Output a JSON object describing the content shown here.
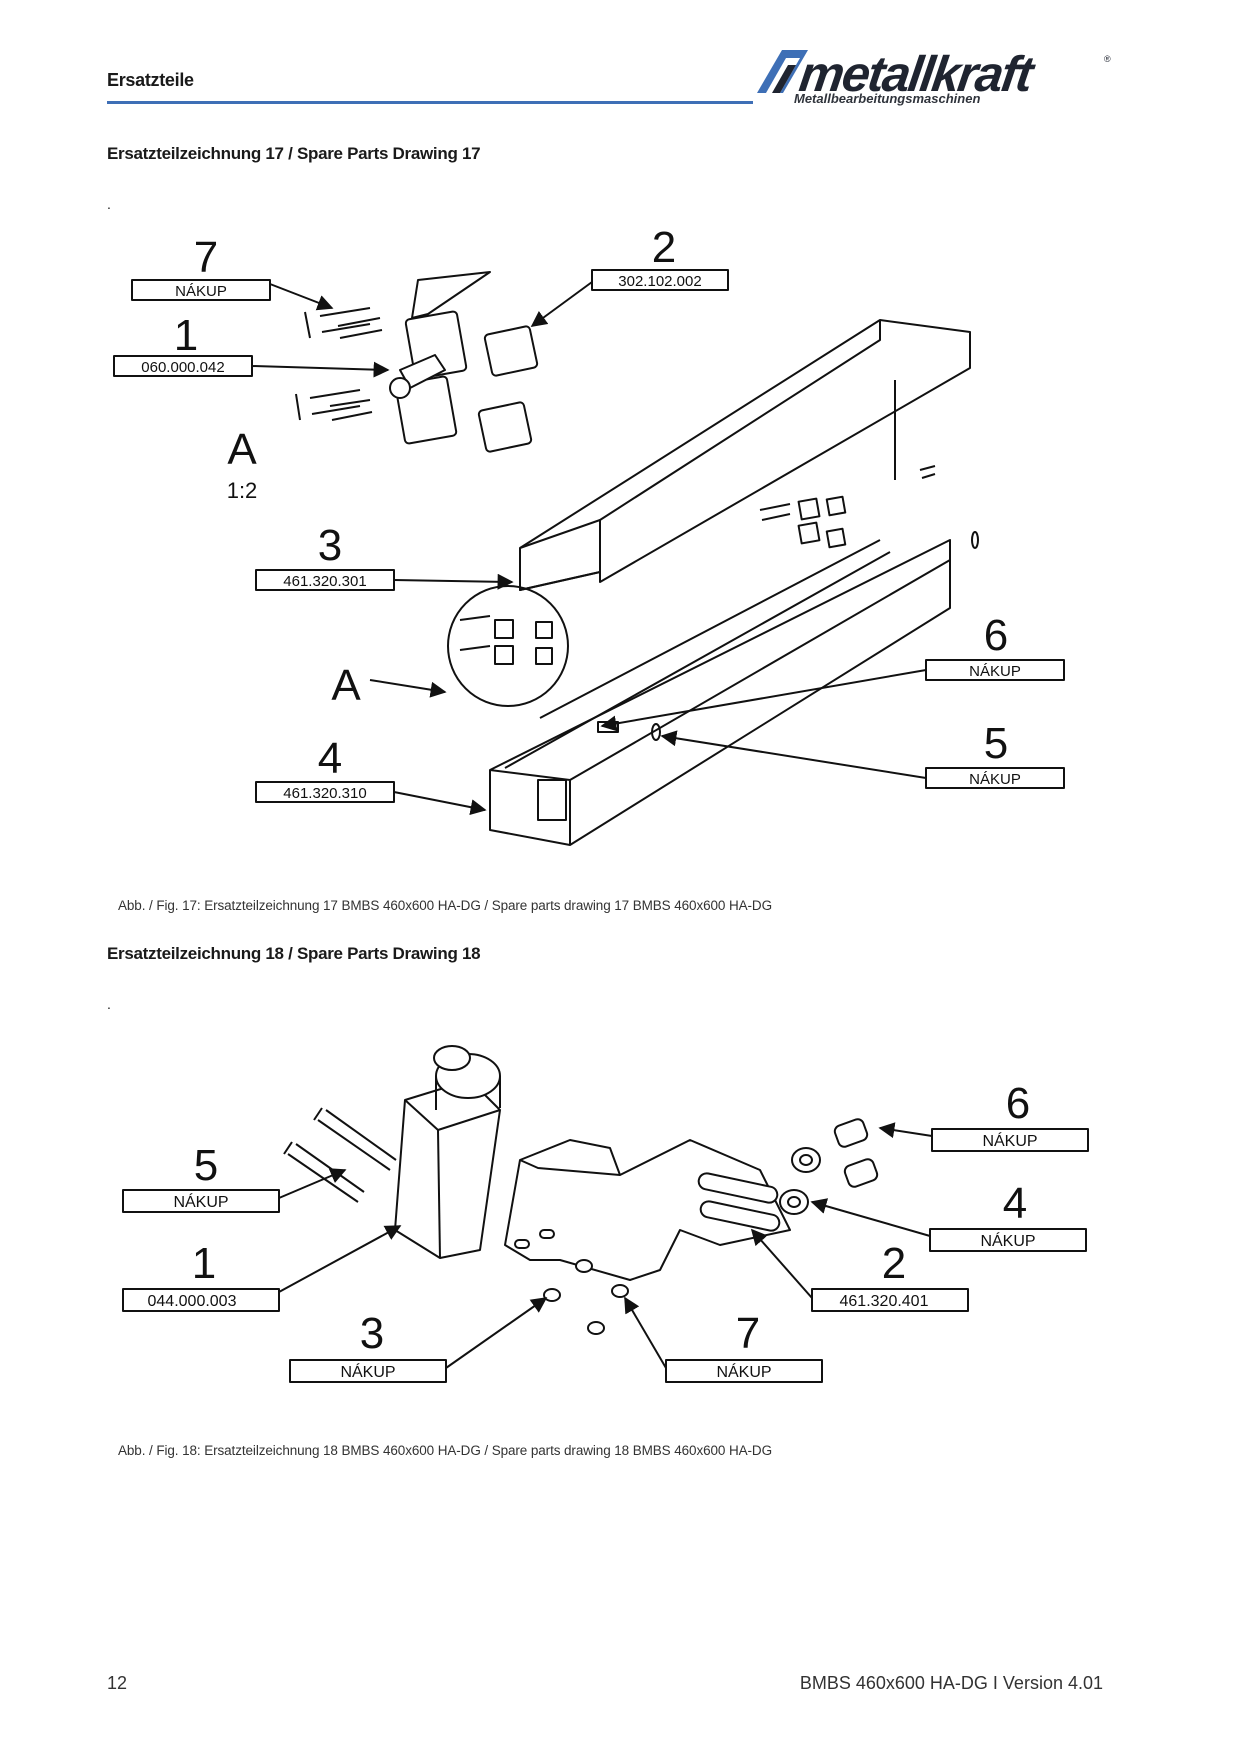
{
  "header": {
    "section": "Ersatzteile",
    "logo_word": "metallkraft",
    "logo_sub": "Metallbearbeitungsmaschinen",
    "logo_reg": "®",
    "accent": "#3e6fb6"
  },
  "drawing17": {
    "title": "Ersatzteilzeichnung 17 / Spare Parts Drawing 17",
    "dot": ".",
    "detail_letter": "A",
    "detail_scale": "1:2",
    "detail_callout": "A",
    "callouts": [
      {
        "number": "7",
        "label": "NÁKUP"
      },
      {
        "number": "1",
        "label": "060.000.042"
      },
      {
        "number": "2",
        "label": "302.102.002"
      },
      {
        "number": "3",
        "label": "461.320.301"
      },
      {
        "number": "4",
        "label": "461.320.310"
      },
      {
        "number": "6",
        "label": "NÁKUP"
      },
      {
        "number": "5",
        "label": "NÁKUP"
      }
    ],
    "caption": "Abb. / Fig. 17: Ersatzteilzeichnung 17 BMBS 460x600 HA-DG / Spare parts drawing 17 BMBS 460x600 HA-DG"
  },
  "drawing18": {
    "title": "Ersatzteilzeichnung 18 / Spare Parts Drawing 18",
    "dot": ".",
    "callouts": [
      {
        "number": "5",
        "label": "NÁKUP"
      },
      {
        "number": "1",
        "label": "044.000.003"
      },
      {
        "number": "3",
        "label": "NÁKUP"
      },
      {
        "number": "7",
        "label": "NÁKUP"
      },
      {
        "number": "6",
        "label": "NÁKUP"
      },
      {
        "number": "4",
        "label": "NÁKUP"
      },
      {
        "number": "2",
        "label": "461.320.401"
      }
    ],
    "caption": "Abb. / Fig. 18: Ersatzteilzeichnung 18 BMBS 460x600 HA-DG / Spare parts drawing 18 BMBS 460x600 HA-DG"
  },
  "footer": {
    "page_number": "12",
    "model_version": "BMBS 460x600 HA-DG  I Version 4.01"
  }
}
